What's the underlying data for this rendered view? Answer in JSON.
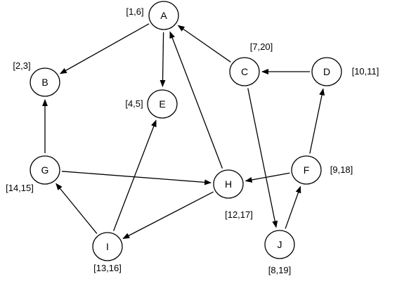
{
  "diagram": {
    "type": "directed-graph",
    "nodes": [
      {
        "id": "A",
        "label": "A",
        "interval": "[1,6]"
      },
      {
        "id": "B",
        "label": "B",
        "interval": "[2,3]"
      },
      {
        "id": "C",
        "label": "C",
        "interval": "[7,20]"
      },
      {
        "id": "D",
        "label": "D",
        "interval": "[10,11]"
      },
      {
        "id": "E",
        "label": "E",
        "interval": "[4,5]"
      },
      {
        "id": "F",
        "label": "F",
        "interval": "[9,18]"
      },
      {
        "id": "G",
        "label": "G",
        "interval": "[14,15]"
      },
      {
        "id": "H",
        "label": "H",
        "interval": "[12,17]"
      },
      {
        "id": "I",
        "label": "I",
        "interval": "[13,16]"
      },
      {
        "id": "J",
        "label": "J",
        "interval": "[8,19]"
      }
    ],
    "edges": [
      {
        "from": "A",
        "to": "B"
      },
      {
        "from": "A",
        "to": "E"
      },
      {
        "from": "C",
        "to": "A"
      },
      {
        "from": "D",
        "to": "C"
      },
      {
        "from": "C",
        "to": "J"
      },
      {
        "from": "G",
        "to": "B"
      },
      {
        "from": "G",
        "to": "H"
      },
      {
        "from": "H",
        "to": "A"
      },
      {
        "from": "H",
        "to": "I"
      },
      {
        "from": "I",
        "to": "G"
      },
      {
        "from": "I",
        "to": "E"
      },
      {
        "from": "F",
        "to": "H"
      },
      {
        "from": "F",
        "to": "D"
      },
      {
        "from": "J",
        "to": "F"
      }
    ]
  }
}
